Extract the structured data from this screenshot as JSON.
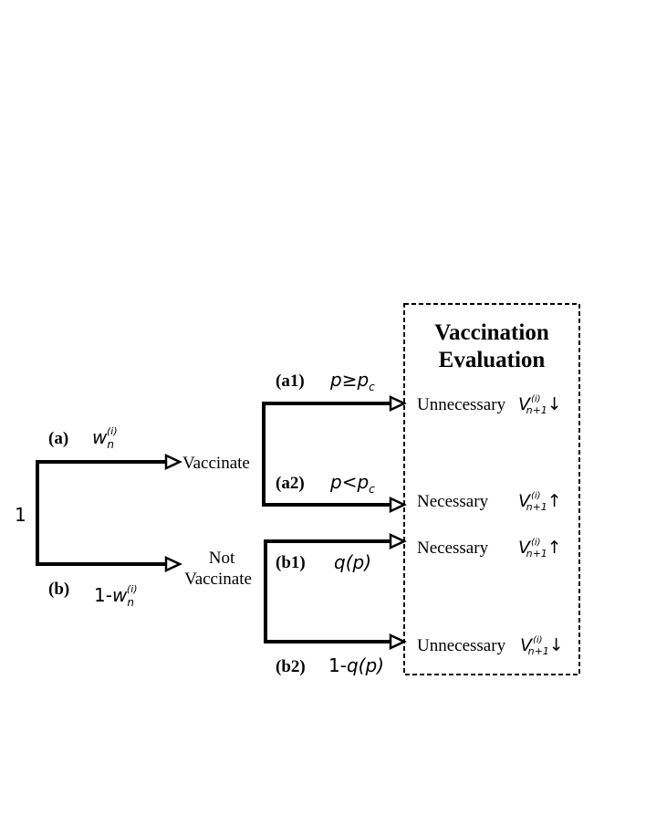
{
  "root_label": "1",
  "branches": {
    "a": {
      "tag": "(a)",
      "prob_base": "w",
      "prob_sub": "n",
      "prob_sup": "(i)",
      "target": "Vaccinate"
    },
    "b": {
      "tag": "(b)",
      "prob_prefix": "1-",
      "prob_base": "w",
      "prob_sub": "n",
      "prob_sup": "(i)",
      "target_line1": "Not",
      "target_line2": "Vaccinate"
    },
    "a1": {
      "tag": "(a1)",
      "cond_p": "p",
      "cond_op": "≥",
      "cond_pc": "p",
      "cond_pc_sub": "c"
    },
    "a2": {
      "tag": "(a2)",
      "cond_p": "p",
      "cond_op": "<",
      "cond_pc": "p",
      "cond_pc_sub": "c"
    },
    "b1": {
      "tag": "(b1)",
      "prob": "q(p)"
    },
    "b2": {
      "tag": "(b2)",
      "prob_prefix": "1-",
      "prob": "q(p)"
    }
  },
  "evaluation": {
    "title_line1": "Vaccination",
    "title_line2": "Evaluation",
    "rows": [
      {
        "label": "Unnecessary",
        "v": "V",
        "sup": "(i)",
        "sub": "n+1",
        "trend": "↓"
      },
      {
        "label": "Necessary",
        "v": "V",
        "sup": "(i)",
        "sub": "n+1",
        "trend": "↑"
      },
      {
        "label": "Necessary",
        "v": "V",
        "sup": "(i)",
        "sub": "n+1",
        "trend": "↑"
      },
      {
        "label": "Unnecessary",
        "v": "V",
        "sup": "(i)",
        "sub": "n+1",
        "trend": "↓"
      }
    ]
  }
}
